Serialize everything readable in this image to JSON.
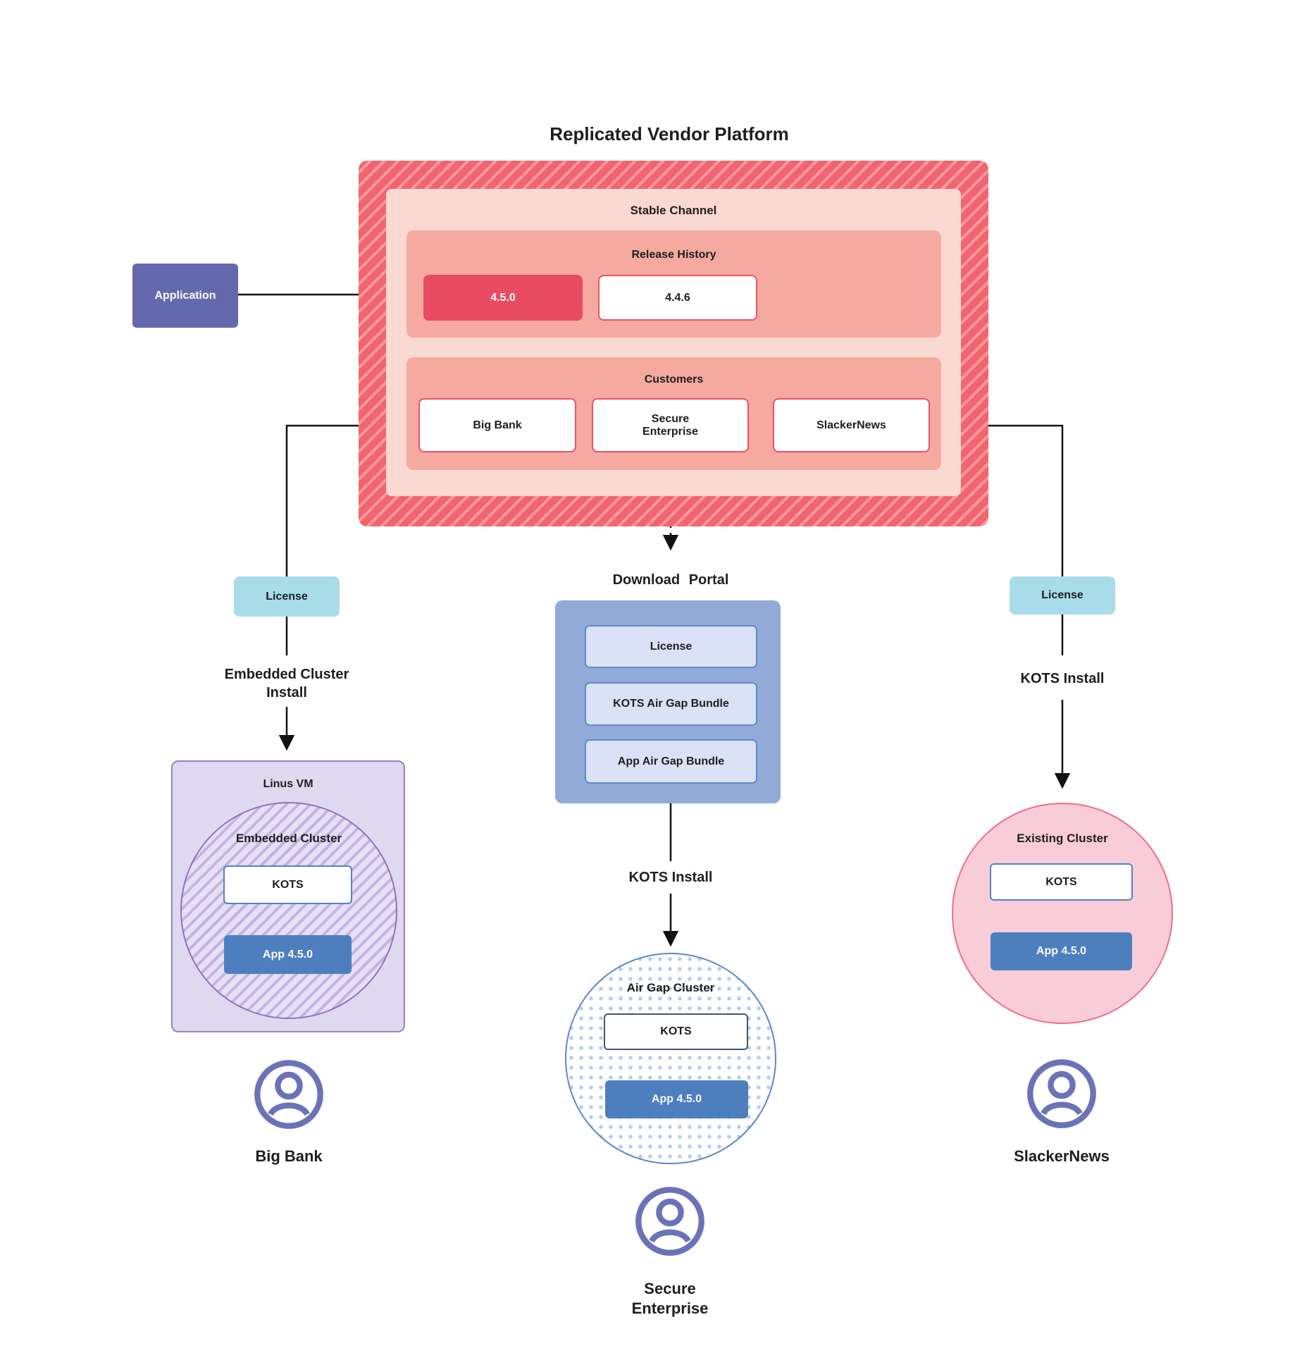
{
  "title": "Replicated Vendor Platform",
  "application": {
    "label": "Application"
  },
  "vendor_platform": {
    "stable_channel": {
      "label": "Stable Channel",
      "release_history": {
        "label": "Release History",
        "releases": [
          {
            "version": "4.5.0",
            "highlighted": true
          },
          {
            "version": "4.4.6",
            "highlighted": false
          }
        ]
      },
      "customers": {
        "label": "Customers",
        "items": [
          {
            "name": "Big Bank"
          },
          {
            "name": "Secure Enterprise",
            "line1": "Secure",
            "line2": "Enterprise"
          },
          {
            "name": "SlackerNews"
          }
        ]
      }
    }
  },
  "left_flow": {
    "license_label": "License",
    "install_line1": "Embedded Cluster",
    "install_line2": "Install",
    "vm": {
      "label": "Linus VM",
      "cluster_label": "Embedded Cluster",
      "kots_label": "KOTS",
      "app_label": "App 4.5.0"
    },
    "user": {
      "name": "Big Bank"
    }
  },
  "center_flow": {
    "portal_label": "Download Portal",
    "portal_items": [
      {
        "label": "License"
      },
      {
        "label": "KOTS Air Gap Bundle"
      },
      {
        "label": "App Air Gap Bundle"
      }
    ],
    "install_label": "KOTS Install",
    "cluster": {
      "label": "Air Gap Cluster",
      "kots_label": "KOTS",
      "app_label": "App 4.5.0"
    },
    "user": {
      "line1": "Secure",
      "line2": "Enterprise"
    }
  },
  "right_flow": {
    "license_label": "License",
    "install_label": "KOTS Install",
    "cluster": {
      "label": "Existing Cluster",
      "kots_label": "KOTS",
      "app_label": "App 4.5.0"
    },
    "user": {
      "name": "SlackerNews"
    }
  },
  "colors": {
    "platform_hatch_base": "#f2646e",
    "platform_hatch_stripe": "#f79aa2",
    "stable_channel_bg": "#fbd9d3",
    "section_bg": "#f5a99f",
    "active_release_bg": "#e94b60",
    "red_border": "#e8536a",
    "application_bg": "#6469ae",
    "license_bg": "#a8dce8",
    "portal_bg": "#91aad8",
    "portal_item_bg": "#dbe2f7",
    "app_box_bg": "#4d7fbe",
    "vm_bg": "#ded9ee",
    "vm_border": "#9b7fc9",
    "existing_cluster_bg": "#f9cdd8",
    "existing_cluster_border": "#f06c8e",
    "blue_border": "#4c83c3",
    "user_icon": "#6a73b7"
  }
}
